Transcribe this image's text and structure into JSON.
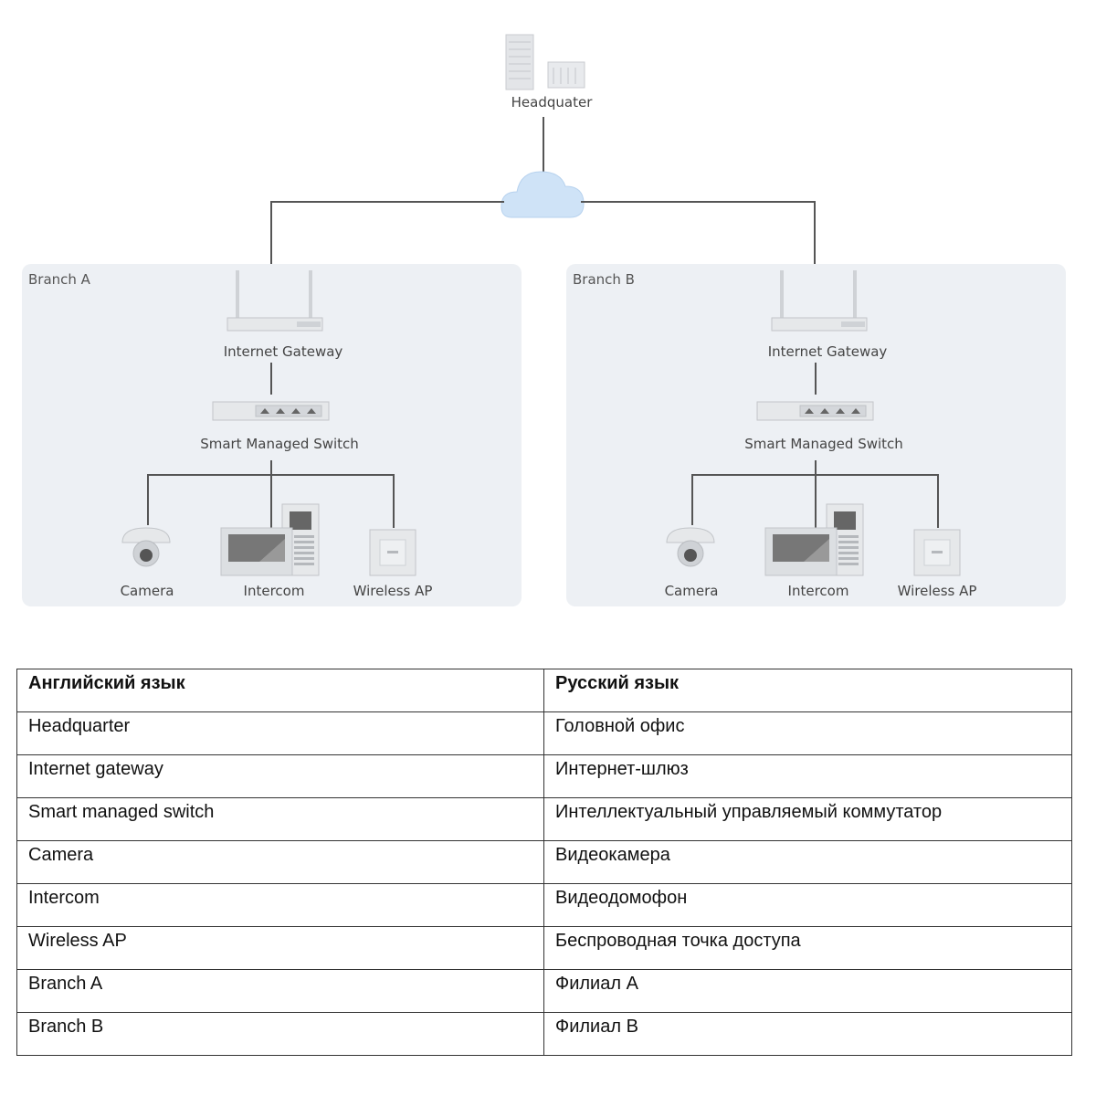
{
  "diagram": {
    "hq_label": "Headquater",
    "branches": [
      {
        "title": "Branch A",
        "gateway_label": "Internet Gateway",
        "switch_label": "Smart Managed Switch",
        "camera_label": "Camera",
        "intercom_label": "Intercom",
        "ap_label": "Wireless AP"
      },
      {
        "title": "Branch B",
        "gateway_label": "Internet Gateway",
        "switch_label": "Smart Managed Switch",
        "camera_label": "Camera",
        "intercom_label": "Intercom",
        "ap_label": "Wireless AP"
      }
    ],
    "colors": {
      "panel": "#edf0f4",
      "cloud": "#cfe3f7",
      "device": "#e6e8ea",
      "wire": "#555555"
    }
  },
  "table": {
    "headers": [
      "Английский язык",
      "Русский язык"
    ],
    "rows": [
      [
        "Headquarter",
        "Головной офис"
      ],
      [
        "Internet gateway",
        "Интернет-шлюз"
      ],
      [
        "Smart managed switch",
        "Интеллектуальный управляемый коммутатор"
      ],
      [
        "Camera",
        "Видеокамера"
      ],
      [
        "Intercom",
        "Видеодомофон"
      ],
      [
        "Wireless  AP",
        "Беспроводная точка доступа"
      ],
      [
        "Branch A",
        "Филиал А"
      ],
      [
        "Branch B",
        "Филиал В"
      ]
    ]
  }
}
